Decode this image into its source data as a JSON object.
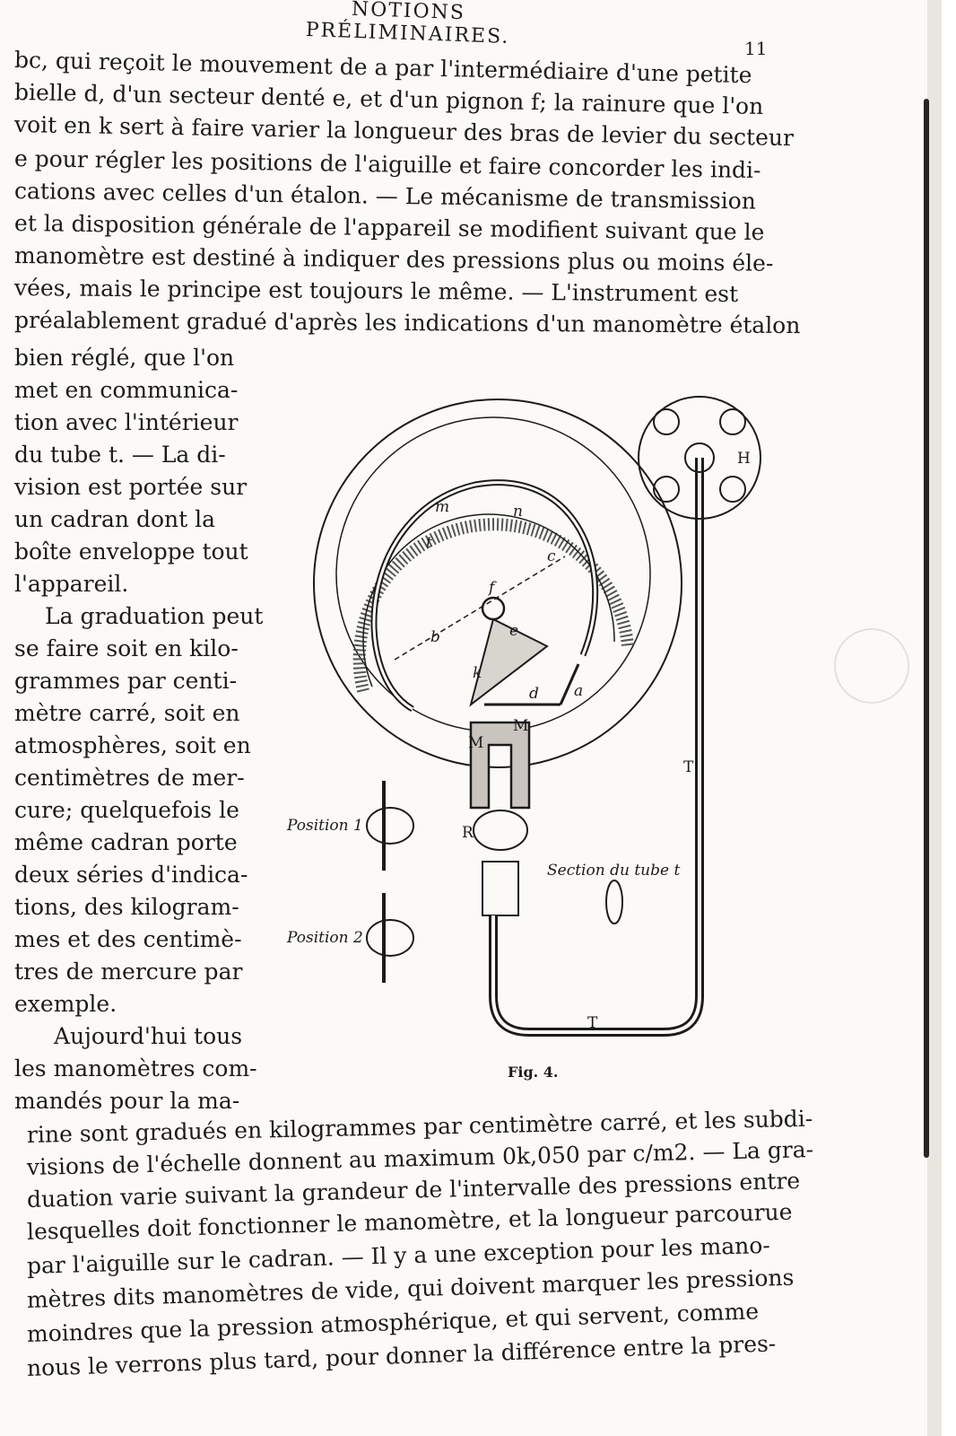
{
  "header": {
    "running_title": "NOTIONS PRÉLIMINAIRES.",
    "page_number": "11"
  },
  "text": {
    "top_lines": [
      "bc, qui reçoit le mouvement de a par l'intermédiaire d'une petite",
      "bielle d, d'un secteur denté e, et d'un pignon f; la rainure que l'on",
      "voit en k sert à faire varier la longueur des bras de levier du secteur",
      "e pour régler les positions de l'aiguille et faire concorder les indi-",
      "cations avec celles d'un étalon. — Le mécanisme de transmission",
      "et la disposition générale de l'appareil se modifient suivant que le",
      "manomètre est destiné à indiquer des pressions plus ou moins éle-",
      "vées, mais le principe est toujours le même. — L'instrument est",
      "préalablement gradué d'après les indications d'un manomètre étalon"
    ],
    "left_column_lines": [
      "bien réglé, que l'on",
      "met en communica-",
      "tion avec l'intérieur",
      "du tube t. — La di-",
      "vision est portée sur",
      "un cadran dont la",
      "boîte enveloppe tout",
      "l'appareil.",
      "La graduation peut",
      "se faire soit en kilo-",
      "grammes par centi-",
      "mètre carré, soit en",
      "atmosphères, soit en",
      "centimètres de mer-",
      "cure; quelquefois le",
      "même cadran porte",
      "deux séries d'indica-",
      "tions, des kilogram-",
      "mes et des centimè-",
      "tres de mercure par",
      "exemple.",
      "Aujourd'hui tous",
      "les manomètres com-",
      "mandés pour la ma-"
    ],
    "bottom_lines": [
      "rine sont gradués en kilogrammes par centimètre carré, et les subdi-",
      "visions de l'échelle donnent au maximum 0k,050 par c/m2. — La gra-",
      "duation varie suivant la grandeur de l'intervalle des pressions entre",
      "lesquelles doit fonctionner le manomètre, et la longueur parcourue",
      "par l'aiguille sur le cadran. — Il y a une exception pour les mano-",
      "mètres dits manomètres de vide, qui doivent marquer les pressions",
      "moindres que la pression atmosphérique, et qui servent, comme",
      "nous le verrons plus tard, pour donner la différence entre la pres-"
    ]
  },
  "figure": {
    "caption": "Fig. 4.",
    "labels": {
      "H": "H",
      "T_right": "T",
      "T_bottom": "T",
      "M_top": "M",
      "M_left": "M",
      "R": "R",
      "a": "a",
      "b": "b",
      "c": "c",
      "d": "d",
      "e": "e",
      "f": "f",
      "k": "k",
      "m": "m",
      "n": "n",
      "t": "t",
      "position1": "Position 1",
      "position2": "Position 2",
      "section": "Section du tube t"
    }
  }
}
